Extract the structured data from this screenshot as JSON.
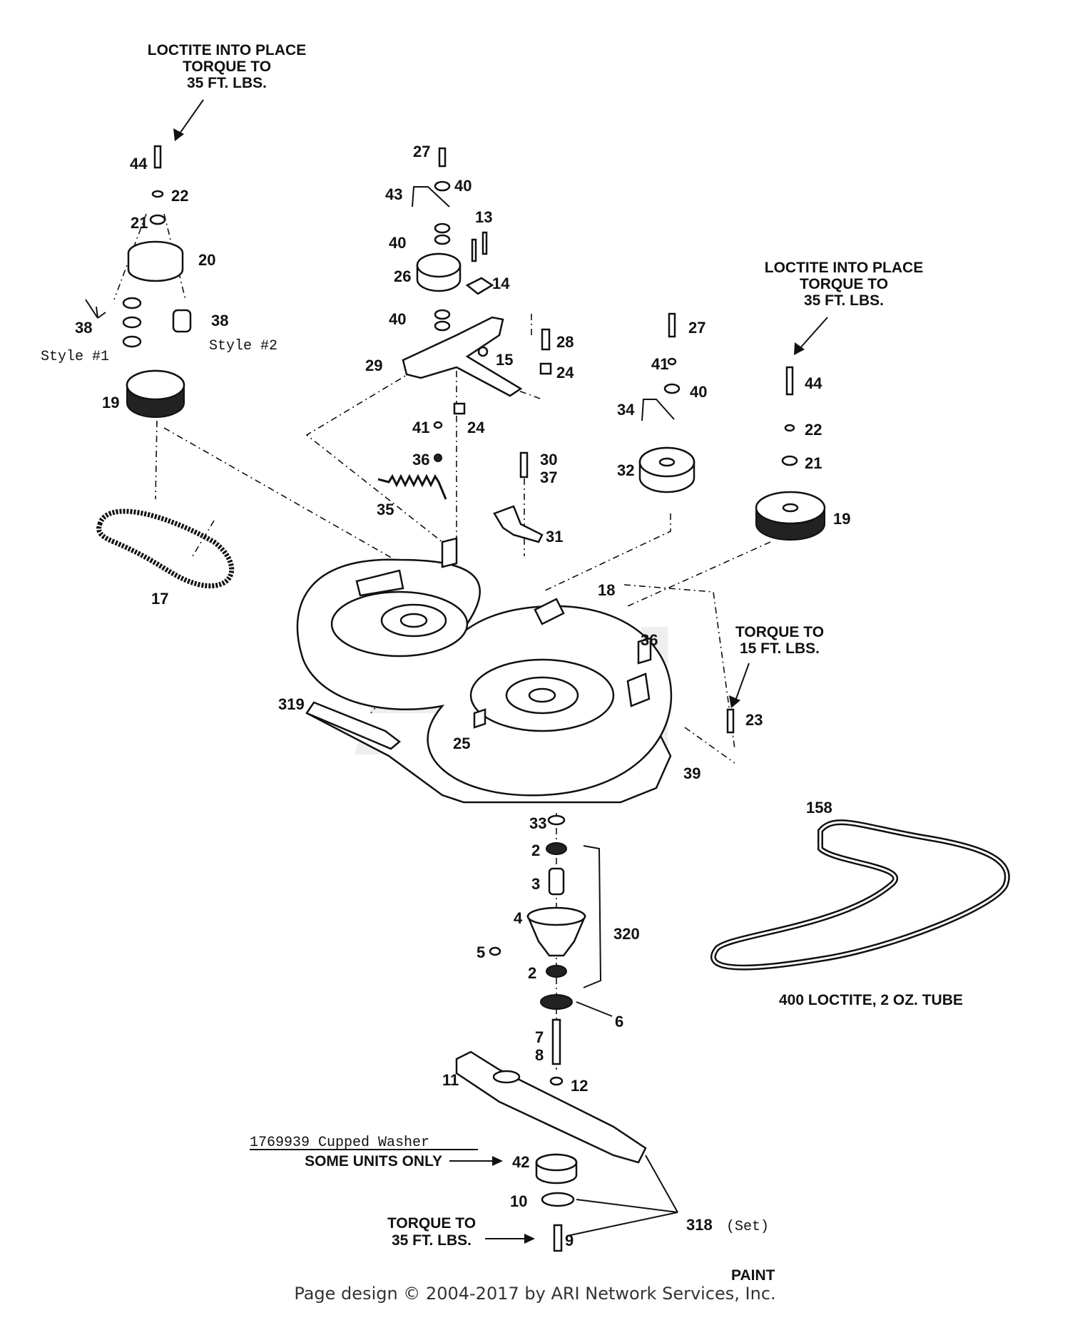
{
  "diagram": {
    "notes": {
      "loctite_left": [
        "LOCTITE INTO PLACE",
        "TORQUE TO",
        "35 FT. LBS."
      ],
      "loctite_right": [
        "LOCTITE INTO PLACE",
        "TORQUE TO",
        "35 FT. LBS."
      ],
      "torque_15": [
        "TORQUE TO",
        "15 FT. LBS."
      ],
      "cupped_washer": "1769939 Cupped Washer",
      "some_units": "SOME UNITS ONLY",
      "torque_bottom": [
        "TORQUE TO",
        "35 FT. LBS."
      ],
      "loctite_tube": "400  LOCTITE, 2 OZ. TUBE",
      "paint": "PAINT",
      "set": "(Set)"
    },
    "styles": {
      "style1": "Style #1",
      "style2": "Style #2"
    },
    "parts": {
      "p44a": "44",
      "p22a": "22",
      "p21a": "21",
      "p20": "20",
      "p38a": "38",
      "p38b": "38",
      "p19a": "19",
      "p17": "17",
      "p27a": "27",
      "p40a": "40",
      "p43": "43",
      "p13": "13",
      "p40b": "40",
      "p26": "26",
      "p14": "14",
      "p40c": "40",
      "p29": "29",
      "p15": "15",
      "p28": "28",
      "p24a": "24",
      "p41a": "41",
      "p24b": "24",
      "p36a": "36",
      "p35": "35",
      "p30": "30",
      "p37": "37",
      "p31": "31",
      "p27b": "27",
      "p41b": "41",
      "p40d": "40",
      "p34": "34",
      "p32": "32",
      "p44b": "44",
      "p22b": "22",
      "p21b": "21",
      "p19b": "19",
      "p18": "18",
      "p36b": "36",
      "p23": "23",
      "p319": "319",
      "p25": "25",
      "p39": "39",
      "p158": "158",
      "p33": "33",
      "p2a": "2",
      "p3": "3",
      "p4": "4",
      "p320": "320",
      "p5": "5",
      "p2b": "2",
      "p6": "6",
      "p7": "7",
      "p8": "8",
      "p11": "11",
      "p12": "12",
      "p42": "42",
      "p10": "10",
      "p318": "318",
      "p9": "9"
    }
  },
  "watermark": "ARI",
  "footer": "Page design © 2004-2017 by ARI Network Services, Inc."
}
